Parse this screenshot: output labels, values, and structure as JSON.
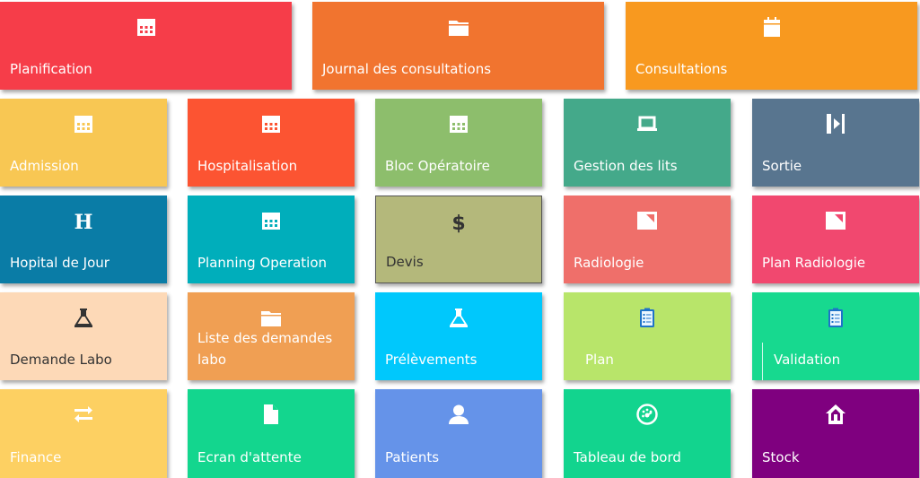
{
  "tiles": [
    {
      "label": "Planification",
      "color": "#f63d49",
      "icon": "calendar-icon"
    },
    {
      "label": "Journal des consultations",
      "color": "#f1742f",
      "icon": "folder-icon"
    },
    {
      "label": "Consultations",
      "color": "#f8991f",
      "icon": "clipboard-icon"
    },
    {
      "label": "Admission",
      "color": "#f8c753",
      "icon": "calendar-icon"
    },
    {
      "label": "Hospitalisation",
      "color": "#fc5432",
      "icon": "calendar-icon"
    },
    {
      "label": "Bloc Opératoire",
      "color": "#8dbe6c",
      "icon": "calendar-icon"
    },
    {
      "label": "Gestion des lits",
      "color": "#44a98a",
      "icon": "laptop-icon"
    },
    {
      "label": "Sortie",
      "color": "#58758f",
      "icon": "exit-icon"
    },
    {
      "label": "Hopital de Jour",
      "color": "#0a7ca6",
      "icon": "h-letter-icon"
    },
    {
      "label": "Planning Operation",
      "color": "#00aebb",
      "icon": "calendar-icon"
    },
    {
      "label": "Devis",
      "color": "#b4b87b",
      "icon": "dollar-icon"
    },
    {
      "label": "Radiologie",
      "color": "#ef6f6a",
      "icon": "image-icon"
    },
    {
      "label": "Plan Radiologie",
      "color": "#f1486f",
      "icon": "image-icon"
    },
    {
      "label": "Demande Labo",
      "color": "#fdd9b7",
      "icon": "flask-icon"
    },
    {
      "label": "Liste des demandes labo",
      "color": "#f09f53",
      "icon": "folder-icon"
    },
    {
      "label": "Prélèvements",
      "color": "#00c8fc",
      "icon": "flask-icon"
    },
    {
      "label": "Plan",
      "color": "#b8e56a",
      "icon": "checklist-icon"
    },
    {
      "label": "Validation",
      "color": "#17d98f",
      "icon": "checklist-icon"
    },
    {
      "label": "Finance",
      "color": "#fdd062",
      "icon": "exchange-icon"
    },
    {
      "label": "Ecran d'attente",
      "color": "#13d68e",
      "icon": "file-icon"
    },
    {
      "label": "Patients",
      "color": "#6593e9",
      "icon": "user-icon"
    },
    {
      "label": "Tableau de bord",
      "color": "#12d48e",
      "icon": "dashboard-icon"
    },
    {
      "label": "Stock",
      "color": "#7f007f",
      "icon": "home-icon"
    }
  ]
}
